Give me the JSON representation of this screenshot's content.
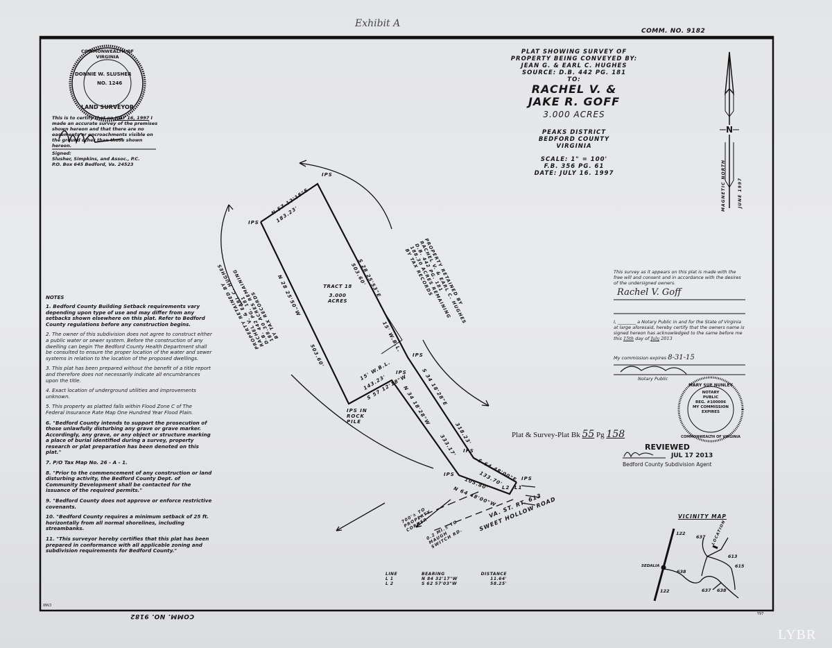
{
  "handwritten_header": "Exhibit A",
  "comm_no": "COMM. NO. 9182",
  "surveyor_seal": {
    "top": "COMMONWEALTH OF VIRGINIA",
    "name": "DONNIE W. SLUSHER",
    "number": "NO. 1246",
    "bottom": "LAND SURVEYOR"
  },
  "certification": {
    "line1_prefix": "This is to certify that on",
    "date": "JULY 16, 1997",
    "body": "I made an accurate survey of the premises shown hereon and that there are no easements or encroachments visible on the ground other than those shown hereon.",
    "signed": "Signed:",
    "firm": "Slusher, Simpkins, and Assoc., P.C.",
    "address": "P.O. Box 645 Bedford, Va. 24523"
  },
  "title_block": {
    "lines": [
      "PLAT SHOWING SURVEY OF",
      "PROPERTY BEING CONVEYED BY:",
      "JEAN G. & EARL C. HUGHES",
      "SOURCE: D.B. 442 PG. 181",
      "TO:"
    ],
    "grantee1": "RACHEL V. &",
    "grantee2": "JAKE R. GOFF",
    "acres": "3.000 ACRES",
    "district": "PEAKS DISTRICT",
    "county": "BEDFORD COUNTY",
    "state": "VIRGINIA",
    "scale": "SCALE: 1\" = 100'",
    "fb": "F.B. 356 PG. 61",
    "date": "DATE: JULY 16. 1997"
  },
  "north_arrow": {
    "label": "N",
    "magnetic": "MAGNETIC NORTH",
    "date": "JUNE 1997"
  },
  "plat": {
    "tract": "TRACT 18",
    "tract_acres": "3.000 ACRES",
    "pins": [
      "IPS",
      "IPS",
      "IPS",
      "IPS",
      "IPS",
      "IPS",
      "IPS",
      "IPS IN ROCK PILE"
    ],
    "calls": [
      "N 57 12'18\"E",
      "183.23'",
      "S 28 25'53\"E",
      "503.60'",
      "N 28 25'50\"W",
      "503.60'",
      "15' W.B.L.",
      "15' W.B.L.",
      "143.23'",
      "S 57 12'18\"W",
      "S 34 18'28\"E",
      "N 34 18'28\"W",
      "318.23'",
      "333.17'",
      "S 64 48'00\"E",
      "133.70'",
      "105.80'",
      "N 64 48'00\"W",
      "L1",
      "L2"
    ],
    "adjoiner_right": [
      "PROPERTY RETAINED BY",
      "RACHEL V. & EARL C. HUGHES",
      "D.B. 442 PG. 181",
      "188.30 ACRES REMAINING",
      "BY TAX RECORDS"
    ],
    "adjoiner_left": [
      "PROPERTY RETAINED BY",
      "RACHEL V. & EARL C. HUGHES",
      "D.B. 442 PG. 181",
      "188.30 ACRES REMAINING",
      "BY TAX RECORDS"
    ],
    "road1": "VA. ST. RT. 613",
    "road2": "SWEET HOLLOW ROAD",
    "to_corner": "700'± TO PROPERTY CORNER",
    "to_road": "0.2 MI.± TO MAUGH SWITCH RD."
  },
  "notes": {
    "heading": "NOTES",
    "items": [
      {
        "n": "1.",
        "text": "Bedford County Building Setback requirements vary depending upon type of use and may differ from any setbacks shown elsewhere on this plat. Refer to Bedford County regulations before any construction begins."
      },
      {
        "n": "2.",
        "text": "The owner of this subdivision does not agree to construct either a public water or sewer system. Before the construction of any dwelling can begin The Bedford County Health Department shall be consulted to ensure the proper location of the water and sewer systems in relation to the location of the proposed dwellings."
      },
      {
        "n": "3.",
        "text": "This plat has been prepared without the benefit of a title report and therefore does not necessarily indicate all encumbrances upon the title."
      },
      {
        "n": "4.",
        "text": "Exact location of underground utilities and improvements unknown."
      },
      {
        "n": "5.",
        "text": "This property as platted falls within Flood Zone C of The Federal Insurance Rate Map One Hundred Year Flood Plain."
      },
      {
        "n": "6.",
        "text": "\"Bedford County intends to support the prosecution of those unlawfully disturbing any grave or grave marker. Accordingly, any grave, or any object or structure marking a place of burial identified during a survey, property research or plat preparation has been denoted on this plat.\""
      },
      {
        "n": "7.",
        "text": "P/O Tax Map No. 26 - A - 1."
      },
      {
        "n": "8.",
        "text": "\"Prior to the commencement of any construction or land disturbing activity, the Bedford County Dept. of Community Development shall be contacted for the issuance of the required permits.\""
      },
      {
        "n": "9.",
        "text": "\"Bedford County does not approve or enforce restrictive covenants."
      },
      {
        "n": "10.",
        "text": "\"Bedford County requires a minimum setback of 25 ft. horizontally from all normal shorelines, including streambanks."
      },
      {
        "n": "11.",
        "text": "\"This surveyor hereby certifies that this plat has been prepared in conformance with all applicable zoning and subdivision requirements for Bedford County.\""
      }
    ]
  },
  "owner_consent": {
    "text": "This survey as it appears on this plat is made with the free will and consent and in accordance with the desires of the undersigned owners.",
    "signature": "Rachel V. Goff"
  },
  "notary": {
    "text": "a Notary Public in and for the State of Virginia at large aforesaid, hereby certify that the owners name is signed hereon has acknowledged to the same before me this",
    "day": "15th",
    "month": "July",
    "year": "2013",
    "expires_label": "My commission expires",
    "expires": "8-31-15",
    "signature_label": "Notary Public",
    "seal": {
      "name": "MARY SUE NUNLEY",
      "line1": "NOTARY",
      "line2": "PUBLIC",
      "reg": "REG. #100006",
      "line3": "MY COMMISSION",
      "line4": "EXPIRES",
      "bottom": "COMMONWEALTH OF VIRGINIA"
    }
  },
  "plat_book": {
    "label": "Plat & Survey-Plat Bk",
    "book": "55",
    "pg_label": "Pg",
    "page": "158"
  },
  "reviewed": {
    "title": "REVIEWED",
    "date": "JUL 17 2013",
    "agent": "Bedford County Subdivision Agent"
  },
  "vicinity_map": {
    "title": "VICINITY MAP",
    "town": "SEDALIA",
    "routes": [
      "122",
      "122",
      "637",
      "613",
      "615",
      "638",
      "637",
      "638"
    ],
    "location": "LOCATION"
  },
  "line_table": {
    "headers": [
      "LINE",
      "BEARING",
      "DISTANCE"
    ],
    "rows": [
      [
        "L 1",
        "N 84 32'17\"W",
        "11.64'"
      ],
      [
        "L 2",
        "S 62 57'03\"W",
        "58.25'"
      ]
    ]
  },
  "corner_marks": {
    "left": "CNW",
    "right": "Y97"
  },
  "watermark": "LYBR"
}
